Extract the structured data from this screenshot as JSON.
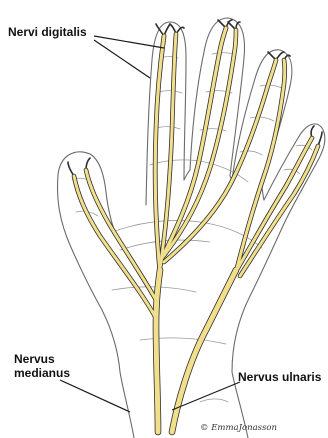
{
  "labels": {
    "nervi_digitalis": "Nervi digitalis",
    "nervus_medianus_line1": "Nervus",
    "nervus_medianus_line2": "medianus",
    "nervus_ulnaris": "Nervus ulnaris"
  },
  "credit": "© EmmaJonasson",
  "colors": {
    "nerve_fill": "#f1df8c",
    "nerve_edge": "#2e2e2e",
    "outline": "#6b6b6b",
    "label": "#111111",
    "leader": "#1a1a1a"
  }
}
